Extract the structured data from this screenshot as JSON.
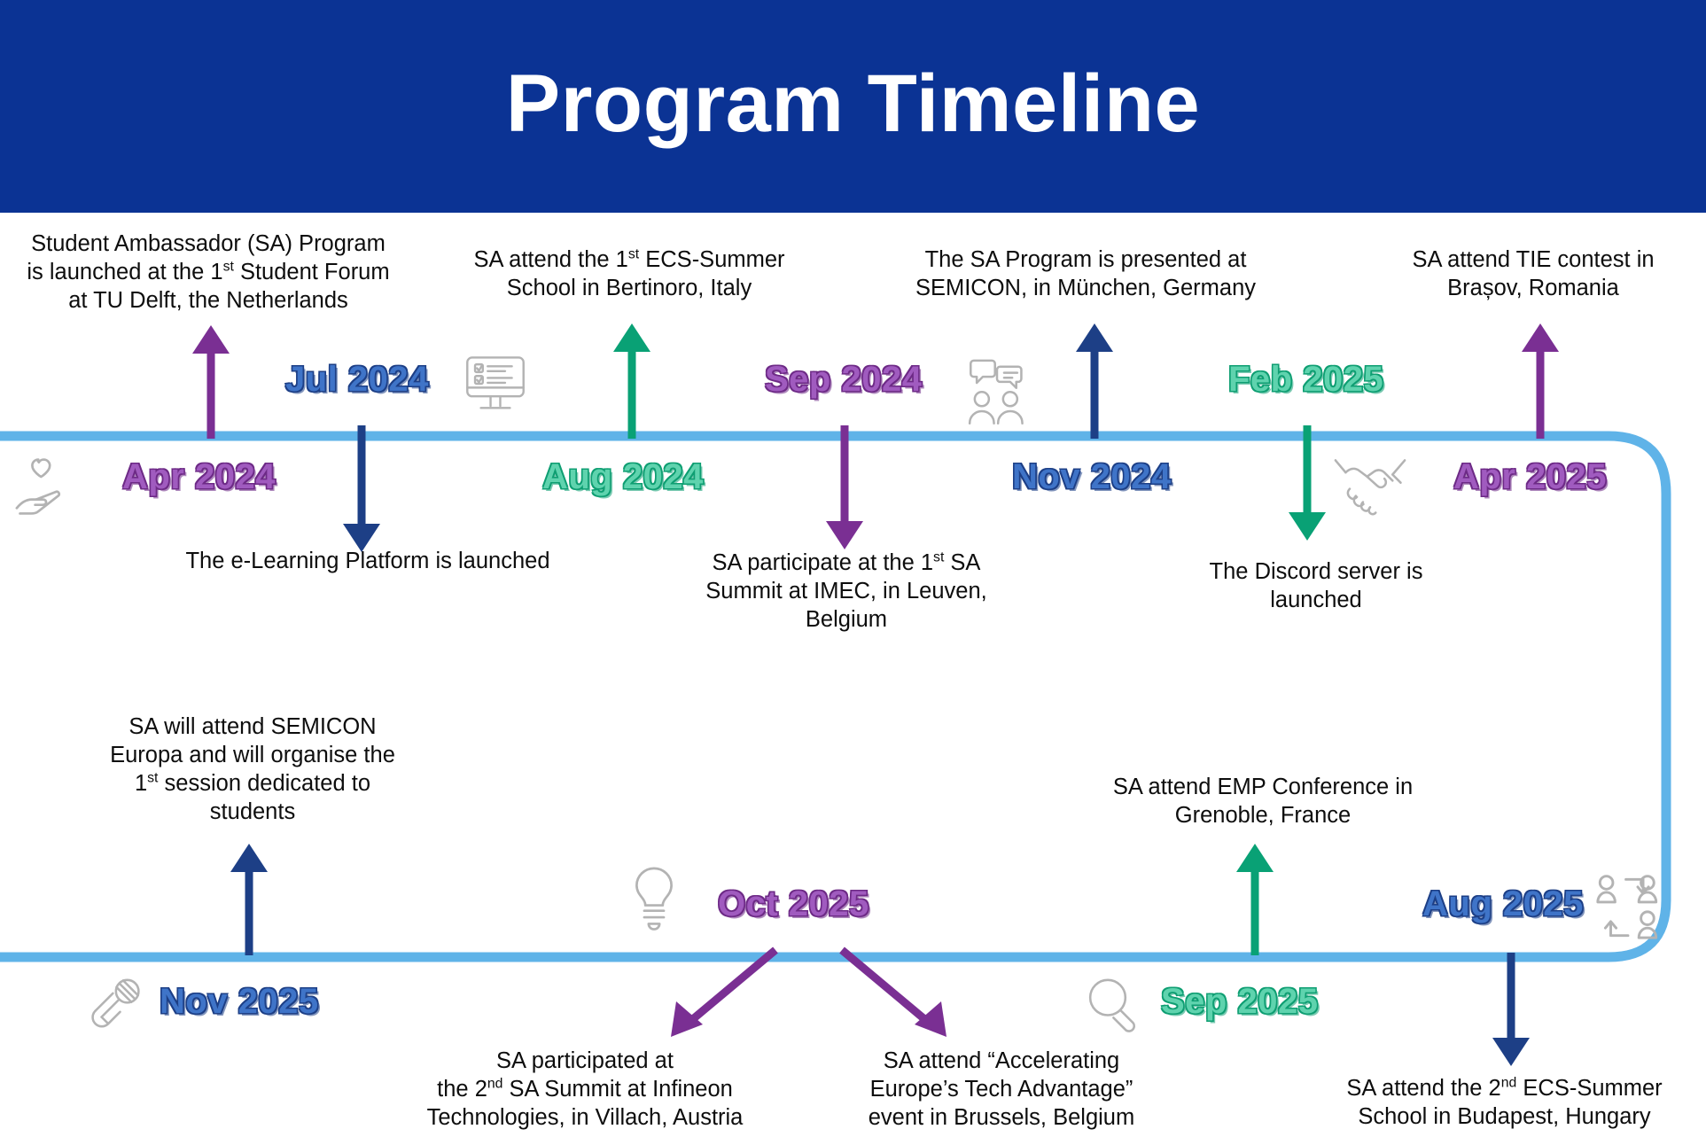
{
  "header": {
    "title": "Program Timeline"
  },
  "colors": {
    "header_bg": "#0b3394",
    "timeline_line": "#5fb3e8",
    "accent_blue": "#1d3f86",
    "accent_purple": "#7a2f93",
    "accent_green": "#09a175",
    "caption_text": "#0d0d0d",
    "icon_gray": "#b3b3b3"
  },
  "milestones": [
    {
      "date": "Apr 2024",
      "color": "purple",
      "caption": "Student Ambassador (SA) Program is launched at the 1st Student Forum at TU Delft, the Netherlands",
      "arrow_color": "#7a2f93",
      "arrow_dir": "up",
      "icon": "hand-heart-icon"
    },
    {
      "date": "Jul 2024",
      "color": "blue",
      "caption": "The e-Learning Platform is launched",
      "arrow_color": "#1d3f86",
      "arrow_dir": "down",
      "icon": "monitor-checklist-icon"
    },
    {
      "date": "Aug 2024",
      "color": "green",
      "caption": "SA attend the 1st ECS-Summer School in Bertinoro, Italy",
      "arrow_color": "#09a175",
      "arrow_dir": "up",
      "icon": "none"
    },
    {
      "date": "Sep 2024",
      "color": "purple",
      "caption": "SA participate at the 1st SA Summit at IMEC, in Leuven, Belgium",
      "arrow_color": "#7a2f93",
      "arrow_dir": "down",
      "icon": "people-chat-icon"
    },
    {
      "date": "Nov 2024",
      "color": "blue",
      "caption": "The SA Program is presented at SEMICON, in München, Germany",
      "arrow_color": "#1d3f86",
      "arrow_dir": "up",
      "icon": "none"
    },
    {
      "date": "Feb 2025",
      "color": "green",
      "caption": "The Discord server is launched",
      "arrow_color": "#09a175",
      "arrow_dir": "down",
      "icon": "none"
    },
    {
      "date": "Apr 2025",
      "color": "purple",
      "caption": "SA attend TIE contest in Brașov, Romania",
      "arrow_color": "#7a2f93",
      "arrow_dir": "up",
      "icon": "handshake-icon"
    },
    {
      "date": "Aug 2025",
      "color": "blue",
      "caption": "SA attend the 2nd ECS-Summer School in Budapest, Hungary",
      "arrow_color": "#1d3f86",
      "arrow_dir": "down",
      "icon": "people-transfer-icon"
    },
    {
      "date": "Sep 2025",
      "color": "green",
      "caption": "SA attend EMP Conference in Grenoble, France",
      "arrow_color": "#09a175",
      "arrow_dir": "up",
      "icon": "magnifier-icon"
    },
    {
      "date": "Oct 2025",
      "color": "purple",
      "caption_left": "SA participated at the 2nd SA Summit at Infineon Technologies, in Villach, Austria",
      "caption_right": "SA attend “Accelerating Europe’s Tech Advantage” event in Brussels, Belgium",
      "arrow_color": "#7a2f93",
      "arrow_dir": "fork-down",
      "icon": "lightbulb-icon"
    },
    {
      "date": "Nov 2025",
      "color": "blue",
      "caption": "SA will attend SEMICON Europa and will organise the 1st session dedicated to students",
      "arrow_color": "#1d3f86",
      "arrow_dir": "up",
      "icon": "microphone-icon"
    }
  ],
  "dates": {
    "apr2024": "Apr 2024",
    "jul2024": "Jul 2024",
    "aug2024": "Aug 2024",
    "sep2024": "Sep 2024",
    "nov2024": "Nov 2024",
    "feb2025": "Feb 2025",
    "apr2025": "Apr 2025",
    "aug2025": "Aug 2025",
    "sep2025": "Sep 2025",
    "oct2025": "Oct 2025",
    "nov2025": "Nov 2025"
  },
  "captions": {
    "apr2024_l1": "Student Ambassador (SA) Program",
    "apr2024_l2a": "is launched at the 1",
    "apr2024_l2sup": "st",
    "apr2024_l2b": " Student Forum",
    "apr2024_l3": "at TU Delft, the Netherlands",
    "jul2024_l1": "The e-Learning Platform is launched",
    "aug2024_l1a": "SA attend the 1",
    "aug2024_l1sup": "st",
    "aug2024_l1b": " ECS-Summer",
    "aug2024_l2": "School in Bertinoro, Italy",
    "sep2024_l1a": "SA participate at the 1",
    "sep2024_l1sup": "st",
    "sep2024_l1b": " SA",
    "sep2024_l2": "Summit at IMEC, in Leuven,",
    "sep2024_l3": "Belgium",
    "nov2024_l1": "The SA Program is presented at",
    "nov2024_l2": "SEMICON, in München, Germany",
    "feb2025_l1": "The Discord server is",
    "feb2025_l2": "launched",
    "apr2025_l1": "SA attend TIE contest in",
    "apr2025_l2": "Brașov, Romania",
    "sep2025_l1": "SA attend EMP Conference in",
    "sep2025_l2": "Grenoble, France",
    "aug2025_l1a": "SA attend the 2",
    "aug2025_l1sup": "nd",
    "aug2025_l1b": " ECS-Summer",
    "aug2025_l2": "School in Budapest, Hungary",
    "nov2025_l1": "SA will attend SEMICON",
    "nov2025_l2": "Europa and will organise the",
    "nov2025_l3a": "1",
    "nov2025_l3sup": "st",
    "nov2025_l3b": " session dedicated to",
    "nov2025_l4": "students",
    "oct2025_left_l1": "SA participated at",
    "oct2025_left_l2a": "the 2",
    "oct2025_left_l2sup": "nd",
    "oct2025_left_l2b": " SA Summit at Infineon",
    "oct2025_left_l3": "Technologies, in Villach, Austria",
    "oct2025_right_l1": "SA attend “Accelerating",
    "oct2025_right_l2": "Europe’s Tech Advantage”",
    "oct2025_right_l3": "event in Brussels, Belgium"
  },
  "chart_data": {
    "type": "table",
    "title": "Program Timeline",
    "categories": [
      "Apr 2024",
      "Jul 2024",
      "Aug 2024",
      "Sep 2024",
      "Nov 2024",
      "Feb 2025",
      "Apr 2025",
      "Aug 2025",
      "Sep 2025",
      "Oct 2025",
      "Nov 2025"
    ],
    "events": [
      "Student Ambassador (SA) Program is launched at the 1st Student Forum at TU Delft, the Netherlands",
      "The e-Learning Platform is launched",
      "SA attend the 1st ECS-Summer School in Bertinoro, Italy",
      "SA participate at the 1st SA Summit at IMEC, in Leuven, Belgium",
      "The SA Program is presented at SEMICON, in München, Germany",
      "The Discord server is launched",
      "SA attend TIE contest in Brașov, Romania",
      "SA attend the 2nd ECS-Summer School in Budapest, Hungary",
      "SA attend EMP Conference in Grenoble, France",
      "SA participated at the 2nd SA Summit at Infineon Technologies, in Villach, Austria | SA attend “Accelerating Europe’s Tech Advantage” event in Brussels, Belgium",
      "SA will attend SEMICON Europa and will organise the 1st session dedicated to students"
    ],
    "legend": [
      "purple",
      "blue",
      "green"
    ],
    "xlabel": "",
    "ylabel": ""
  }
}
